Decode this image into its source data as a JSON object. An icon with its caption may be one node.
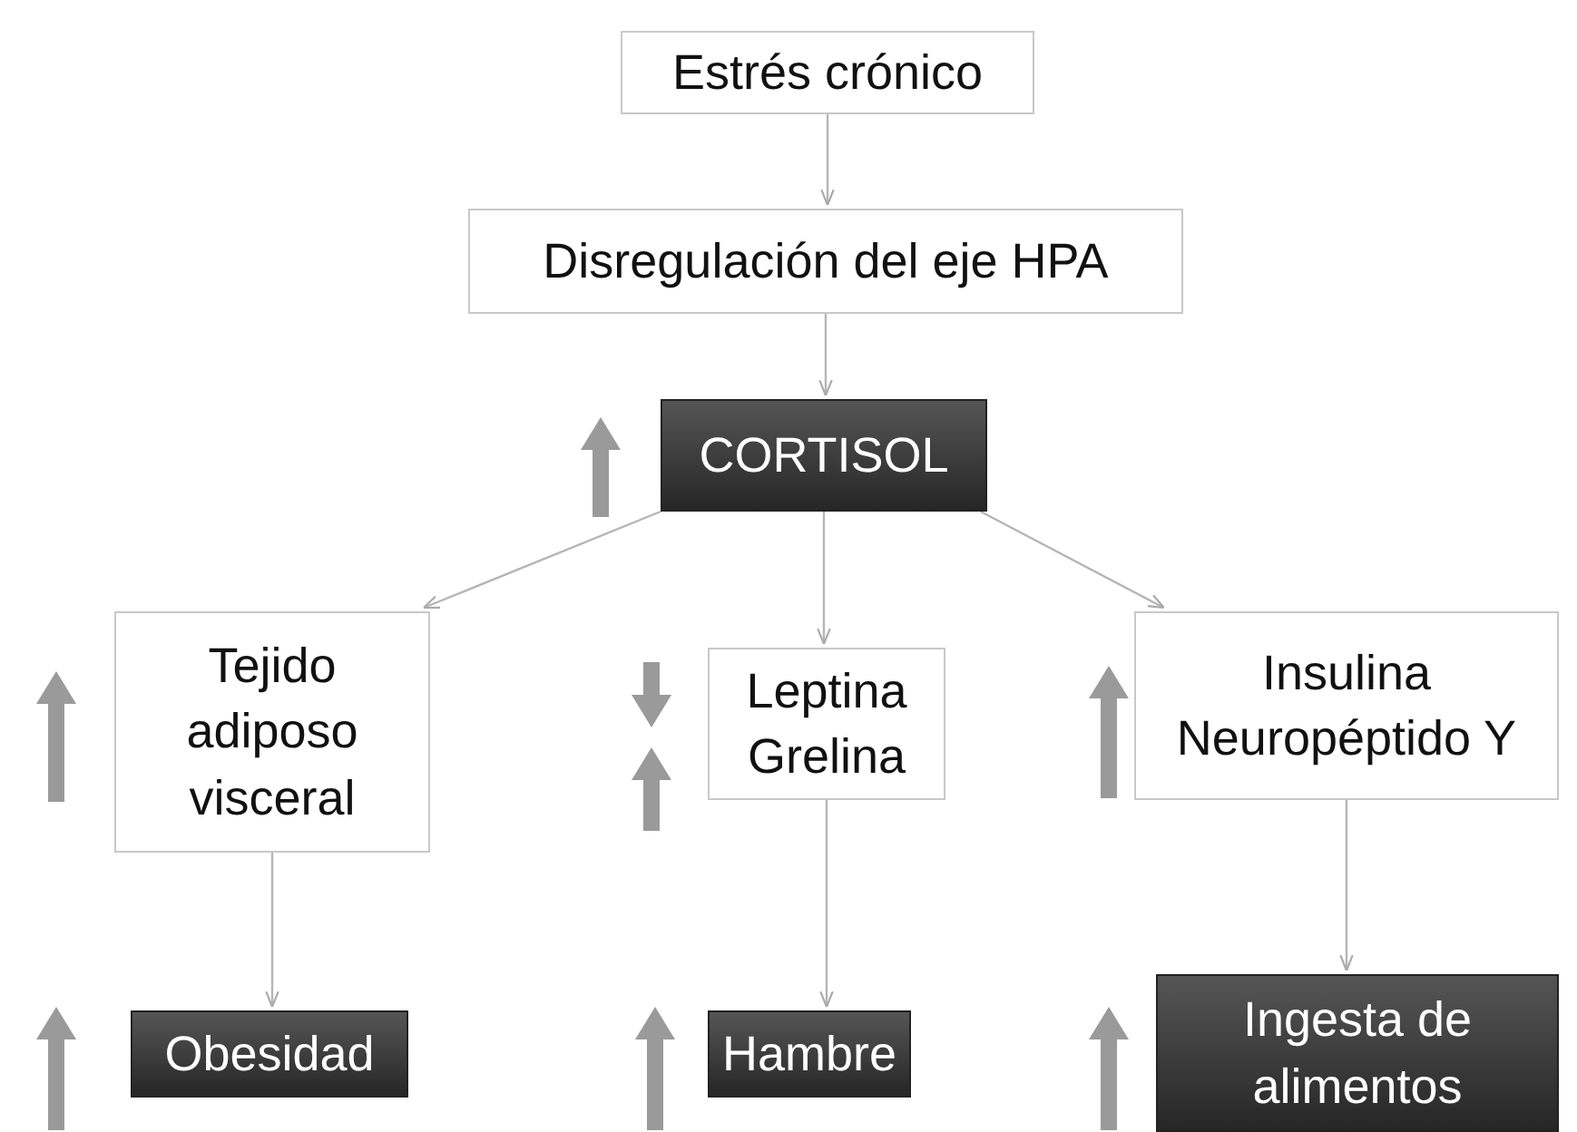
{
  "diagram": {
    "nodes": [
      {
        "text": [
          "Estrés crónico"
        ]
      },
      {
        "text": [
          "Disregulación del eje HPA"
        ]
      },
      {
        "text": [
          "CORTISOL"
        ]
      },
      {
        "text": [
          "Tejido adiposo visceral"
        ]
      },
      {
        "text": [
          "Leptina Grelina"
        ]
      },
      {
        "text": [
          "Insulina Neuropéptido Y"
        ]
      },
      {
        "text": [
          "Obesidad"
        ]
      },
      {
        "text": [
          "Hambre"
        ]
      },
      {
        "text": [
          "Ingesta de alimentos"
        ]
      }
    ],
    "edges": [
      {
        "from": 0,
        "to": 1,
        "arrow": "to"
      },
      {
        "from": 1,
        "to": 2,
        "arrow": "to"
      },
      {
        "from": 2,
        "to": 3,
        "arrow": "to"
      },
      {
        "from": 2,
        "to": 4,
        "arrow": "to"
      },
      {
        "from": 2,
        "to": 5,
        "arrow": "to"
      },
      {
        "from": 3,
        "to": 6,
        "arrow": "to"
      },
      {
        "from": 4,
        "to": 7,
        "arrow": "to"
      },
      {
        "from": 5,
        "to": 8,
        "arrow": "to"
      }
    ]
  }
}
